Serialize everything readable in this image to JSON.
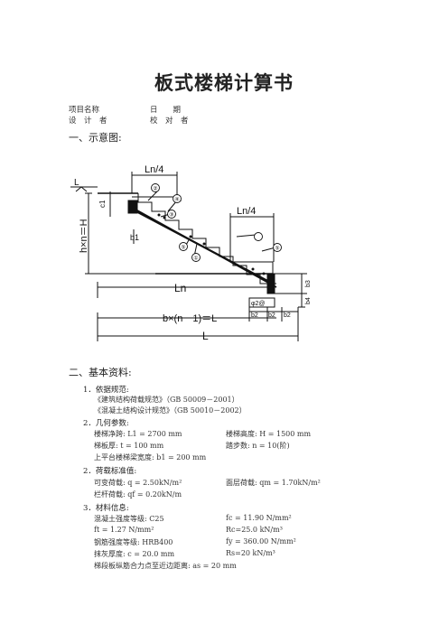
{
  "title": "板式楼梯计算书",
  "project": {
    "name_label": "项目名称",
    "date_label": "日　　期",
    "designer_label": "设　计　者",
    "checker_label": "校　对　者"
  },
  "section1": "一、示意图:",
  "diagram": {
    "ln4": "Ln/4",
    "ln4b": "Ln/4",
    "ln": "Ln",
    "l": "L",
    "bn": "b×(n－1)＝L",
    "hn": "h×n＝H",
    "b1": "b1",
    "c1": "c1",
    "l_mark": "L",
    "b2l": "b2",
    "b2m": "b2",
    "b2r": "b2",
    "b3": "b3",
    "b4": "b4",
    "phi": "φ2@",
    "rebar": [
      "②",
      "④",
      "③",
      "①",
      "⑤",
      "⑤"
    ]
  },
  "section2": "二、基本资料:",
  "basic": {
    "item1": "1．依据规范:",
    "code1": "《建筑结构荷载规范》（GB 50009－2001）",
    "code2": "《混凝土结构设计规范》（GB 50010－2002）",
    "item2": "2．几何参数:",
    "span": "楼梯净跨: L1 = 2700 mm",
    "height": "楼梯高度: H = 1500 mm",
    "thick": "梯板厚: t = 100 mm",
    "steps": "踏步数: n = 10(阶)",
    "beam": "上平台楼梯梁宽度: b1 = 200 mm",
    "item3": "2．荷载标准值:",
    "live": "可变荷载: q = 2.50kN/m²",
    "finish": "面层荷载: qm = 1.70kN/m²",
    "rail": "栏杆荷载: qf = 0.20kN/m",
    "item4": "3．材料信息:",
    "concrete": "混凝土强度等级: C25",
    "fc": "fc = 11.90 N/mm²",
    "ft": "ft = 1.27 N/mm²",
    "rc": "Rc=25.0 kN/m³",
    "steel": "钢筋强度等级: HRB400",
    "fy": "fy = 360.00 N/mm²",
    "plaster": "抹灰厚度: c = 20.0 mm",
    "rs": "Rs=20 kN/m³",
    "cover": "梯段板纵筋合力点至近边距离: as = 20 mm"
  }
}
